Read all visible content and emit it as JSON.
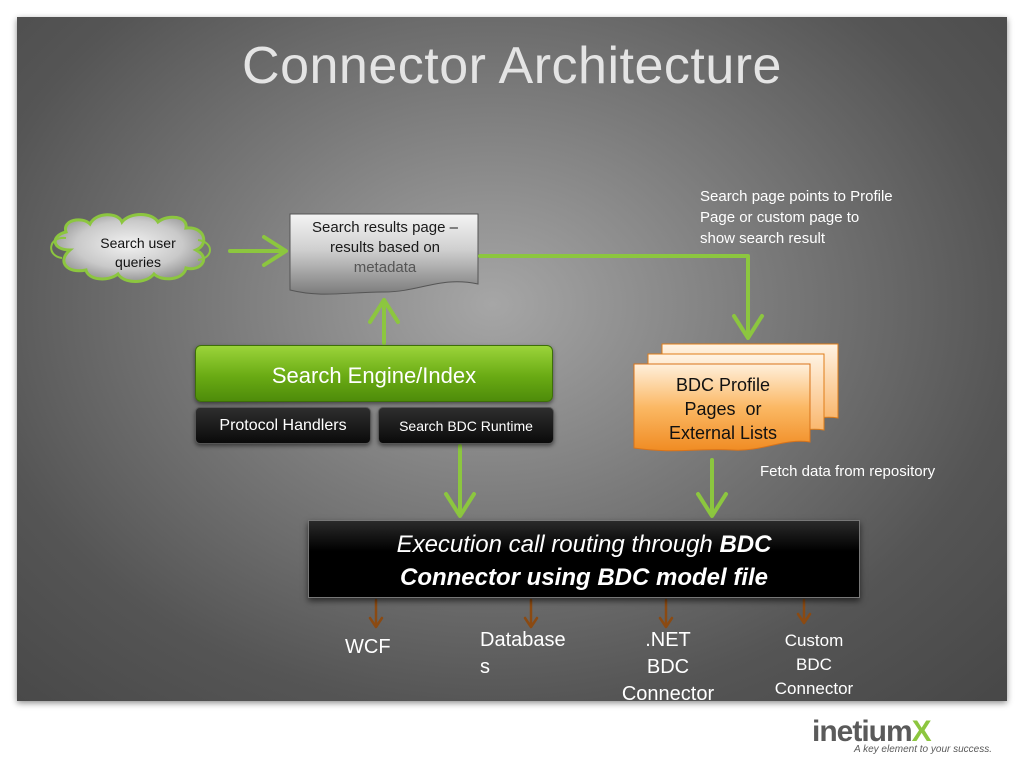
{
  "slide": {
    "title": "Connector Architecture",
    "cloud_label": "Search user queries",
    "results_page": {
      "line1": "Search results page –",
      "line2": "results based on",
      "line3": "metadata"
    },
    "callout_profile": {
      "line1": "Search page points to Profile",
      "line2": "Page or custom page to",
      "line3": "show search result"
    },
    "search_engine_label": "Search Engine/Index",
    "protocol_handlers_label": "Protocol Handlers",
    "search_bdc_runtime_label": "Search BDC Runtime",
    "bdc_profile": {
      "line1": "BDC Profile",
      "line2": "Pages  or",
      "line3": "External Lists"
    },
    "fetch_label": "Fetch data from repository",
    "execution": {
      "line1_italic": "Execution call routing through ",
      "line1_bold": "BDC",
      "line2_bold": "Connector using BDC model file"
    },
    "targets": {
      "wcf": "WCF",
      "databases_l1": "Database",
      "databases_l2": "s",
      "net_l1": ".NET",
      "net_l2": "BDC",
      "net_l3": "Connector",
      "custom_l1": "Custom",
      "custom_l2": "BDC",
      "custom_l3": "Connector"
    }
  },
  "logo": {
    "brand": "inetium",
    "mark": "X",
    "tagline": "A key element to your success."
  },
  "colors": {
    "arrow_green": "#8cc63f",
    "arrow_brown": "#8b4a12",
    "engine_green": "#6aab14",
    "bdc_orange": "#f7a040"
  }
}
